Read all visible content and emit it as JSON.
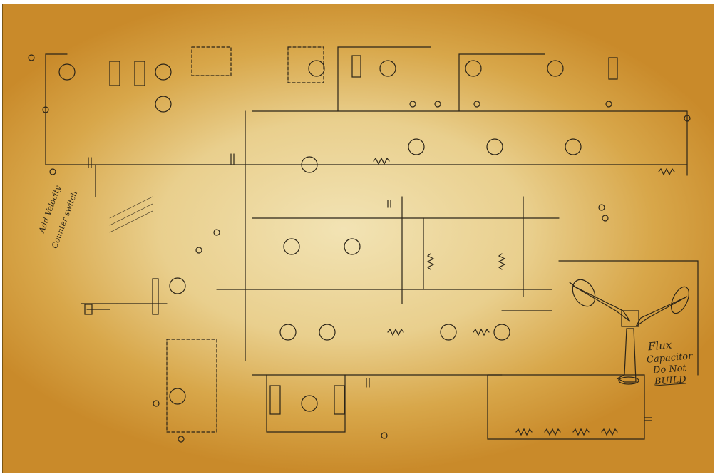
{
  "drawing": {
    "paper_colors": {
      "center": "#f2e3b4",
      "mid": "#e9cf8d",
      "edge": "#c98a2a",
      "ink": "#2a2418"
    },
    "notes": {
      "title": "Flux",
      "subtitle": "Capacitor",
      "warning_line1": "Do Not",
      "warning_line2": "BUILD"
    },
    "side_note": {
      "line1": "Add Velocity",
      "line2": "Counter switch"
    }
  }
}
